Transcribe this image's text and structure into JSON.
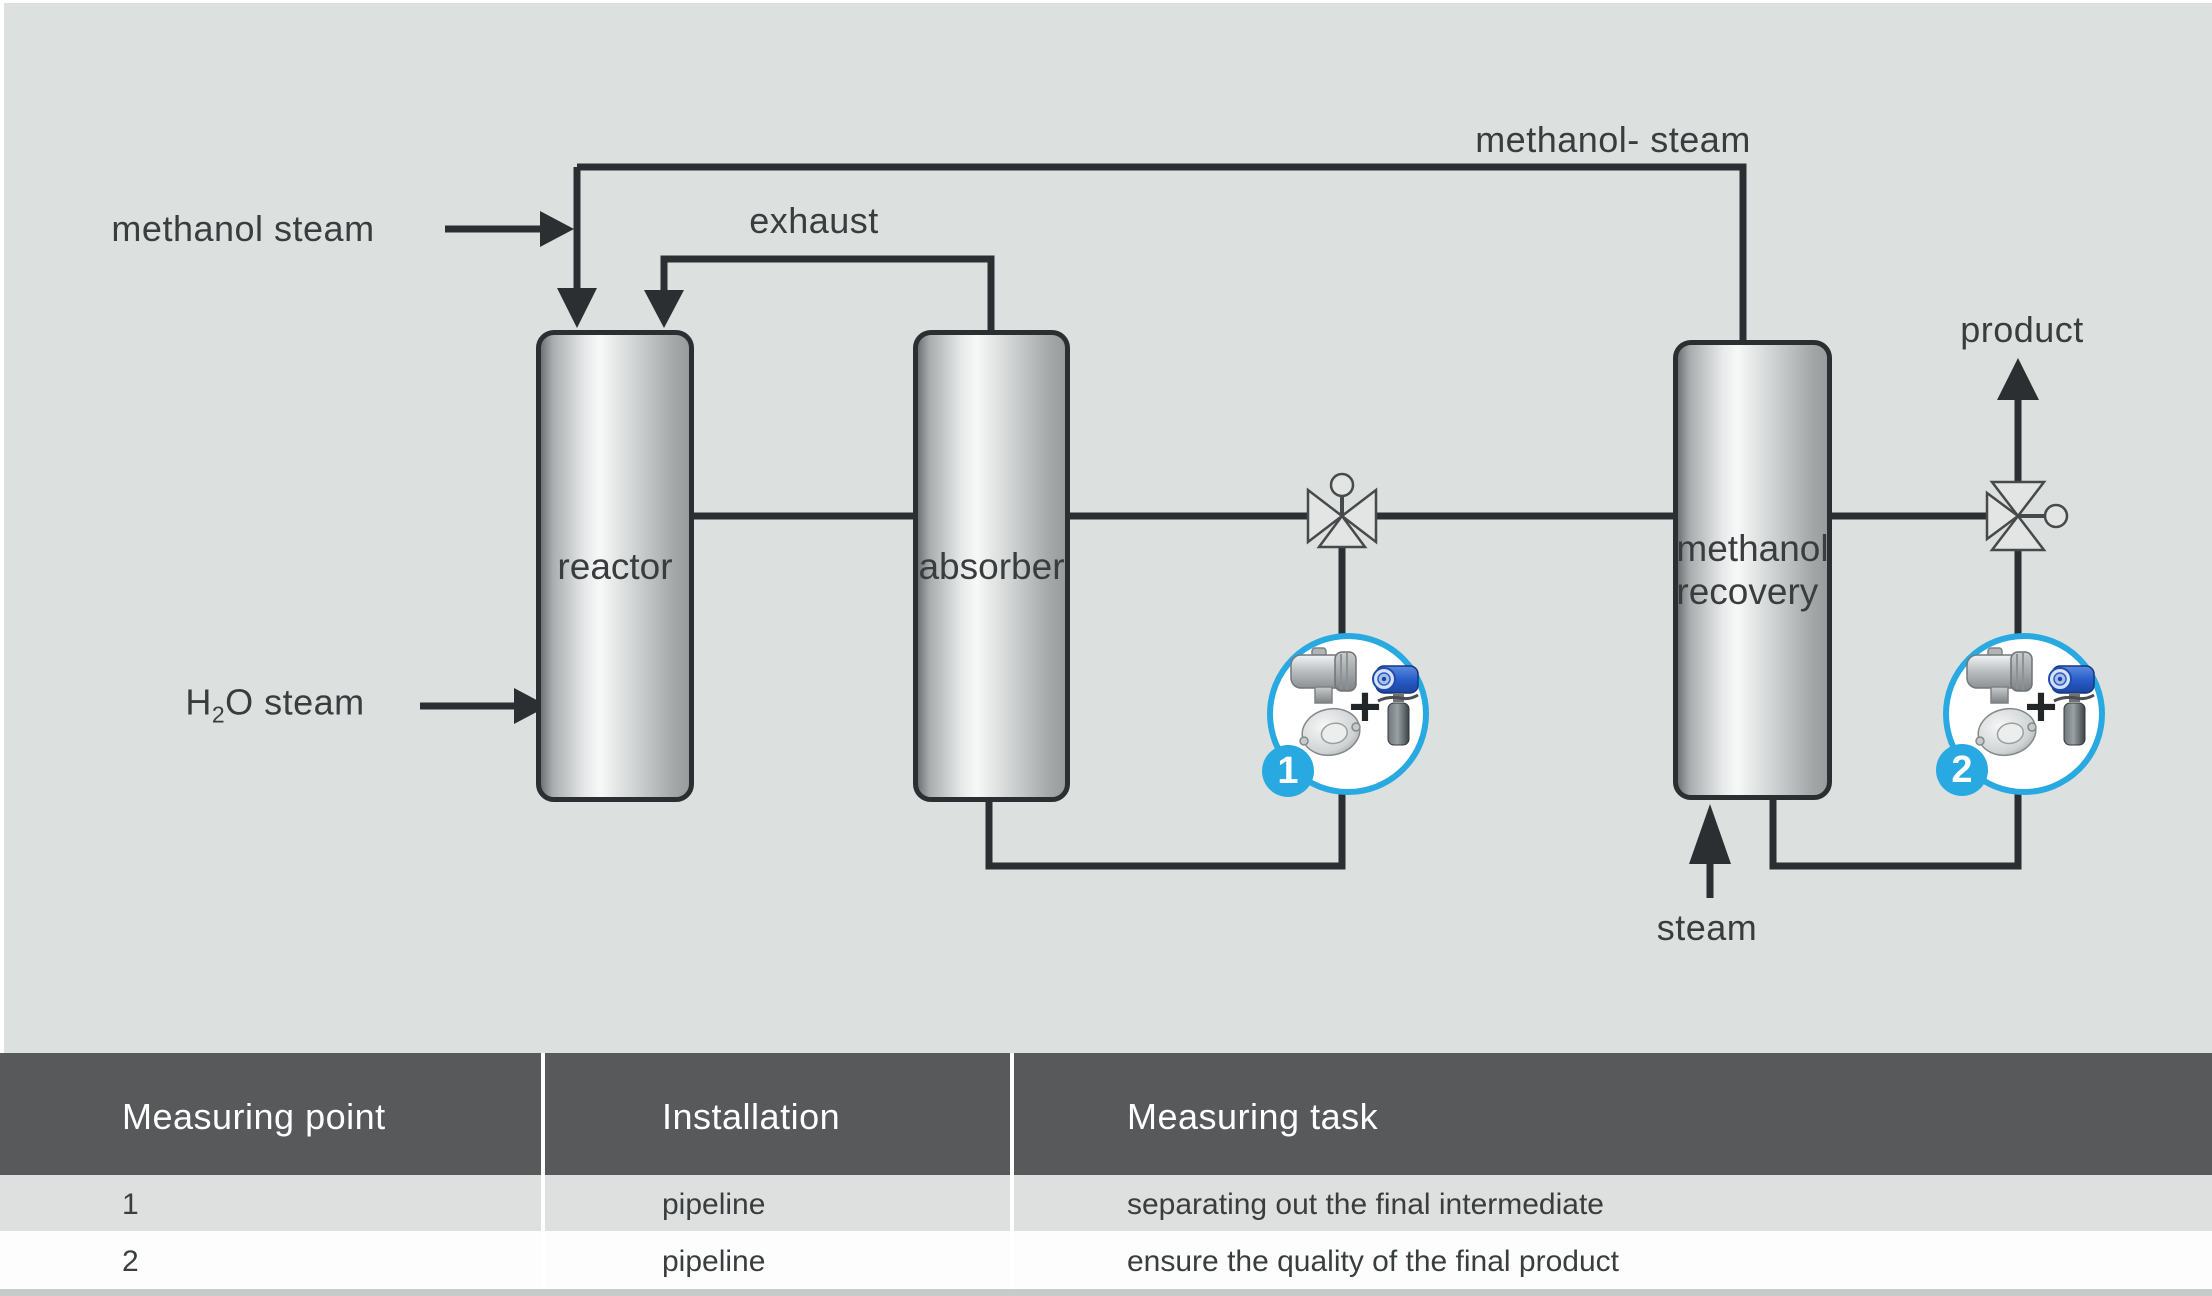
{
  "diagram": {
    "plus": "+",
    "labels": {
      "recycle": "methanol- steam",
      "feed": "methanol steam",
      "exhaust": "exhaust",
      "h2o_h": "H",
      "h2o_sub": "2",
      "h2o_rest": "O steam",
      "product": "product",
      "steam": "steam"
    },
    "vessels": {
      "reactor": "reactor",
      "absorber": "absorber",
      "recovery_line1": "methanol",
      "recovery_line2": "recovery"
    },
    "measuring_points": {
      "p1": "1",
      "p2": "2"
    },
    "colors": {
      "background": "#dce0de",
      "pipe_line": "#2c2f31",
      "accent_blue": "#29a9e1",
      "table_header_gray": "#57595b",
      "table_row1_gray": "#dde0df",
      "table_row2_white": "#fdfdfd"
    }
  },
  "table": {
    "headers": {
      "col1": "Measuring point",
      "col2": "Installation",
      "col3": "Measuring task"
    },
    "rows": [
      {
        "point": "1",
        "installation": "pipeline",
        "task": "separating out the final intermediate"
      },
      {
        "point": "2",
        "installation": "pipeline",
        "task": "ensure the quality of the final product"
      }
    ]
  }
}
